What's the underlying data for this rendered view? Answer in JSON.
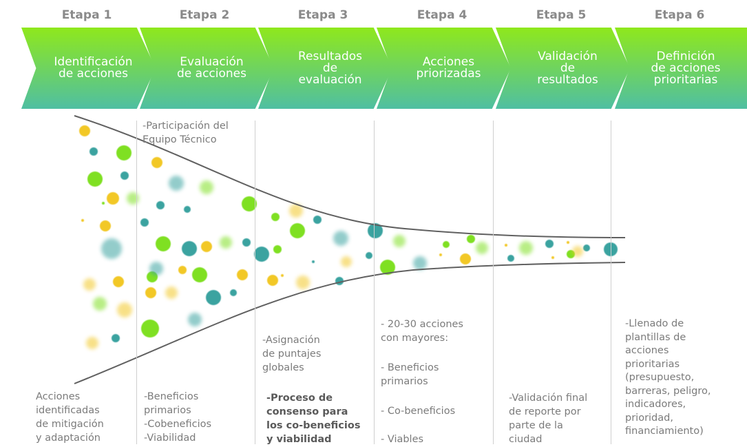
{
  "stages": [
    {
      "title": "Etapa 1",
      "label": "Identificación\nde acciones"
    },
    {
      "title": "Etapa 2",
      "label": "Evaluación\nde acciones"
    },
    {
      "title": "Etapa 3",
      "label": "Resultados\nde\nevaluación"
    },
    {
      "title": "Etapa 4",
      "label": "Acciones\npriorizadas"
    },
    {
      "title": "Etapa 5",
      "label": "Validación\nde\nresultados"
    },
    {
      "title": "Etapa 6",
      "label": "Definición\nde acciones\nprioritarias"
    }
  ],
  "notes": {
    "stage1_bottom": "Acciones\nidentificadas\nde mitigación\ny adaptación",
    "stage2_top": "-Participación del\nEquipo Técnico",
    "stage2_bottom": "-Beneficios\nprimarios\n-Cobeneficios\n-Viabilidad",
    "stage3_mid": "-Asignación\nde puntajes\nglobales",
    "stage3_bottom": "-Proceso de\nconsenso para\nlos co-beneficios\ny viabilidad",
    "stage4_a": "- 20-30 acciones\ncon mayores:",
    "stage4_b": "- Beneficios\nprimarios",
    "stage4_c": "- Co-beneficios",
    "stage4_d": "- Viables",
    "stage5_bottom": "-Validación final\nde reporte por\nparte de la\nciudad",
    "stage6_bottom": "-Llenado de\nplantillas de\nacciones\nprioritarias\n(presupuesto,\nbarreras, peligro,\nindicadores,\nprioridad,\nfinanciamiento)"
  },
  "colors": {
    "chevron_top": "#8fe81c",
    "chevron_bottom": "#4fbfa2",
    "dot_green": "#7fe022",
    "dot_yellow": "#f2c827",
    "dot_teal": "#3aa3a0",
    "funnel_line": "#606060"
  }
}
